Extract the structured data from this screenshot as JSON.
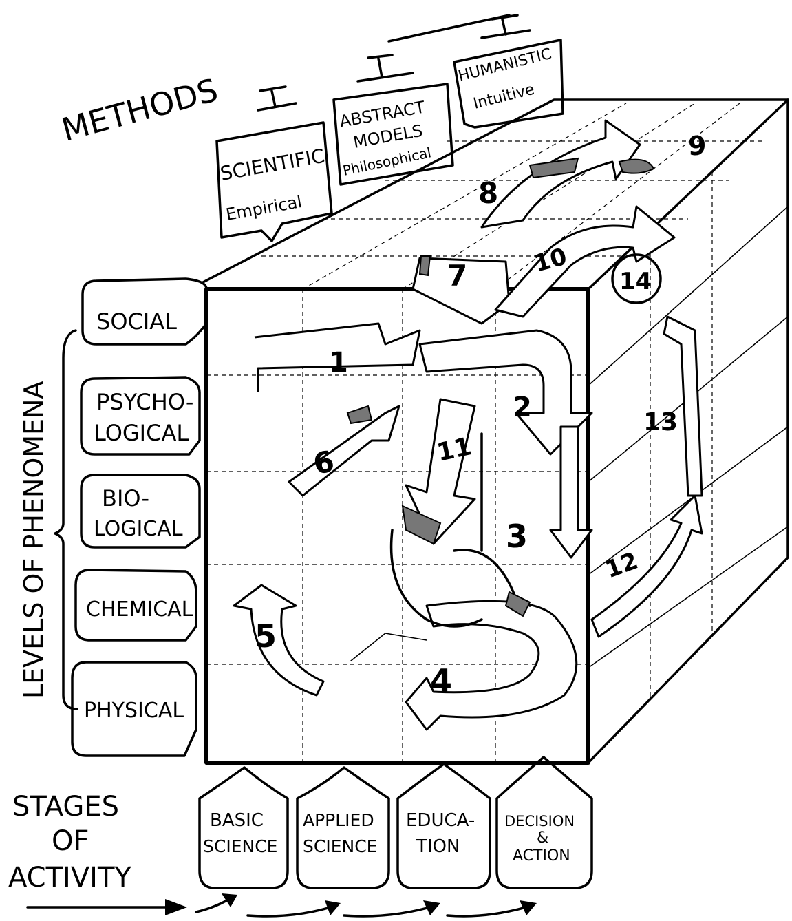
{
  "methods": {
    "title": "METHODS",
    "items": [
      {
        "line1": "SCIENTIFIC",
        "line2": "Empirical"
      },
      {
        "line1": "ABSTRACT",
        "line2": "MODELS",
        "line3": "Philosophical"
      },
      {
        "line1": "HUMANISTIC",
        "line2": "Intuitive"
      }
    ]
  },
  "levels": {
    "title": "LEVELS OF PHENOMENA",
    "items": [
      {
        "line1": "SOCIAL",
        "line2": ""
      },
      {
        "line1": "PSYCHO-",
        "line2": "LOGICAL"
      },
      {
        "line1": "BIO-",
        "line2": "LOGICAL"
      },
      {
        "line1": "CHEMICAL",
        "line2": ""
      },
      {
        "line1": "PHYSICAL",
        "line2": ""
      }
    ]
  },
  "stages": {
    "title_line1": "STAGES",
    "title_line2": "OF",
    "title_line3": "ACTIVITY",
    "items": [
      {
        "line1": "BASIC",
        "line2": "SCIENCE",
        "line3": ""
      },
      {
        "line1": "APPLIED",
        "line2": "SCIENCE",
        "line3": ""
      },
      {
        "line1": "EDUCA-",
        "line2": "TION",
        "line3": ""
      },
      {
        "line1": "DECISION",
        "line2": "&",
        "line3": "ACTION"
      }
    ]
  },
  "numbers": [
    "1",
    "2",
    "3",
    "4",
    "5",
    "6",
    "7",
    "8",
    "9",
    "10",
    "11",
    "12",
    "13",
    "14"
  ]
}
